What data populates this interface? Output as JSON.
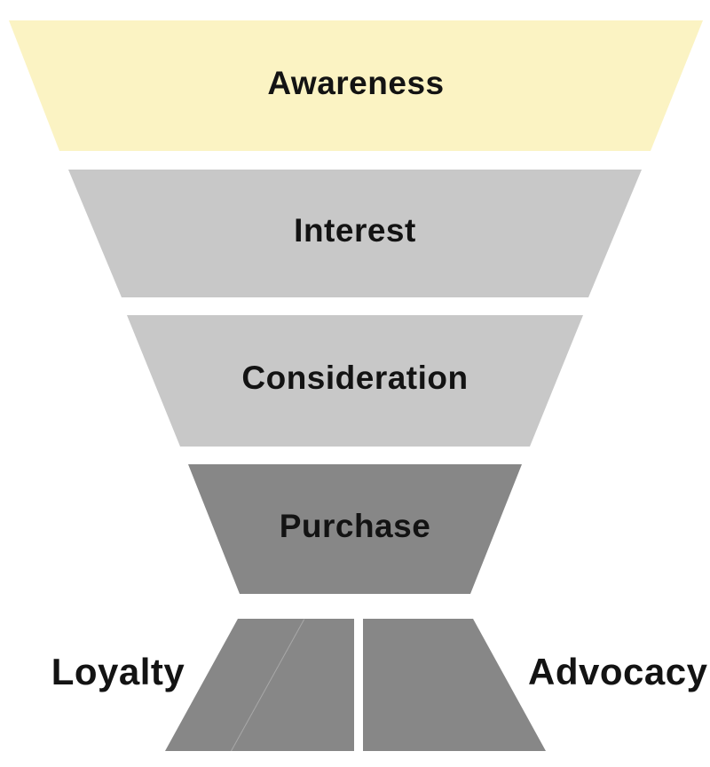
{
  "diagram": {
    "type": "marketing-funnel",
    "background": "#FFFFFF",
    "text_color": "#131313",
    "stages": [
      {
        "id": "awareness",
        "label": "Awareness",
        "fill": "#FBF3C3",
        "label_placement": "inside"
      },
      {
        "id": "interest",
        "label": "Interest",
        "fill": "#C8C8C8",
        "label_placement": "inside"
      },
      {
        "id": "consideration",
        "label": "Consideration",
        "fill": "#C8C8C8",
        "label_placement": "inside"
      },
      {
        "id": "purchase",
        "label": "Purchase",
        "fill": "#878787",
        "label_placement": "inside"
      },
      {
        "id": "loyalty",
        "label": "Loyalty",
        "fill": "#878787",
        "label_placement": "outside-left"
      },
      {
        "id": "advocacy",
        "label": "Advocacy",
        "fill": "#878787",
        "label_placement": "outside-right"
      }
    ]
  }
}
